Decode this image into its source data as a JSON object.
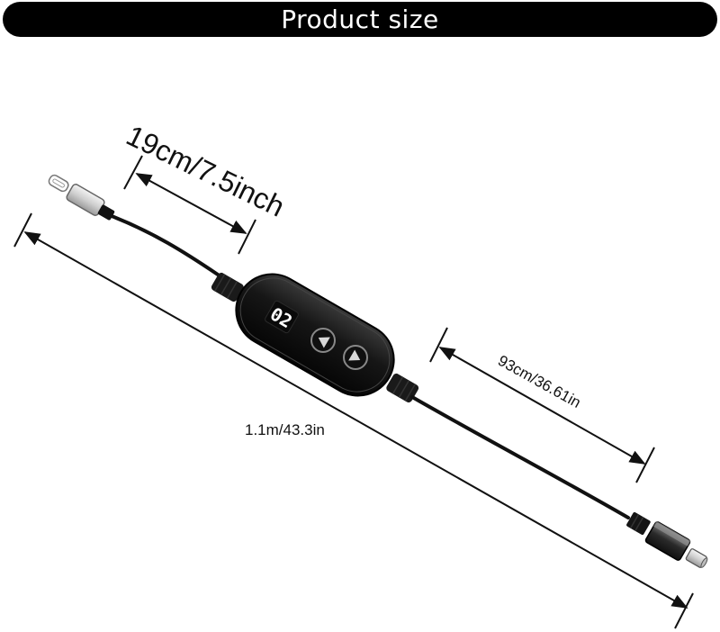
{
  "title": "Product size",
  "dimensions": {
    "short_cable": "19cm/7.5inch",
    "long_cable": "93cm/36.61in",
    "total_length": "1.1m/43.3in"
  },
  "display": {
    "readout": "02"
  },
  "colors": {
    "banner": "#000000",
    "cable": "#111111",
    "body": "#141414",
    "display_text": "#ffffff"
  },
  "icons": {
    "up_button": "up-arrow-icon",
    "down_button": "down-arrow-icon"
  }
}
